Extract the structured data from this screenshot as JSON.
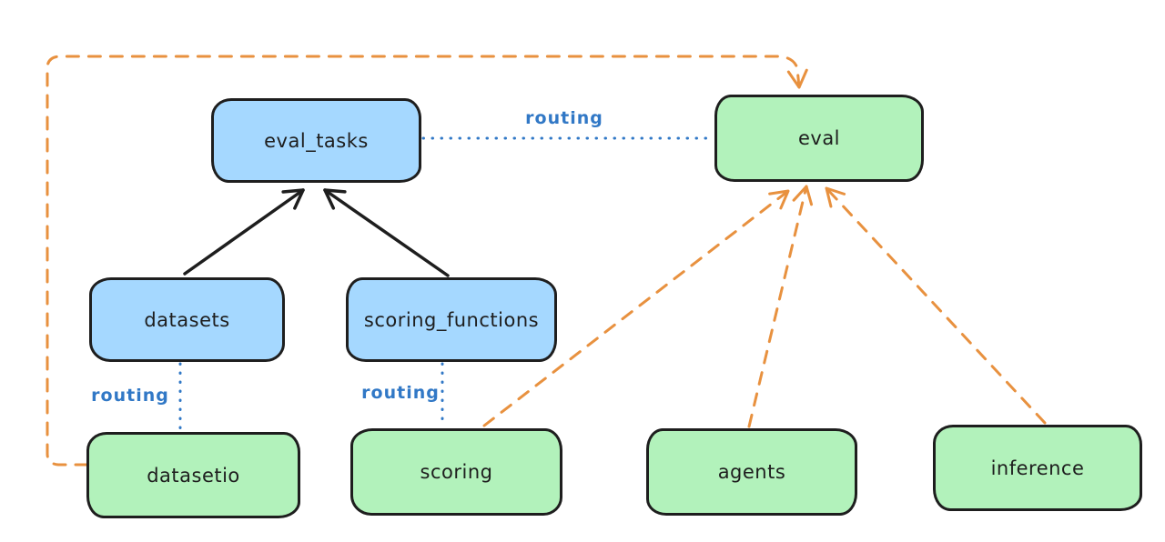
{
  "diagram": {
    "type": "flow-diagram",
    "background": "#ffffff",
    "colors": {
      "node_stroke": "#1e1e1e",
      "blue_node_fill": "#a5d8ff",
      "green_node_fill": "#b2f2bb",
      "routing_label_blue": "#3178c6",
      "dotted_edge_blue": "#3178c6",
      "dashed_edge_orange": "#e8913f",
      "solid_edge_black": "#1e1e1e"
    },
    "nodes": [
      {
        "id": "eval_tasks",
        "label": "eval_tasks",
        "fill": "blue"
      },
      {
        "id": "eval",
        "label": "eval",
        "fill": "green"
      },
      {
        "id": "datasets",
        "label": "datasets",
        "fill": "blue"
      },
      {
        "id": "scoring_functions",
        "label": "scoring_functions",
        "fill": "blue"
      },
      {
        "id": "datasetio",
        "label": "datasetio",
        "fill": "green"
      },
      {
        "id": "scoring",
        "label": "scoring",
        "fill": "green"
      },
      {
        "id": "agents",
        "label": "agents",
        "fill": "green"
      },
      {
        "id": "inference",
        "label": "inference",
        "fill": "green"
      }
    ],
    "routing_labels": [
      {
        "id": "routing-eval_tasks-eval",
        "text": "routing"
      },
      {
        "id": "routing-datasets-datasetio",
        "text": "routing"
      },
      {
        "id": "routing-scoring_functions-scoring",
        "text": "routing"
      }
    ],
    "edges": [
      {
        "from": "datasets",
        "to": "eval_tasks",
        "style": "solid",
        "color": "#1e1e1e",
        "arrowhead": true
      },
      {
        "from": "scoring_functions",
        "to": "eval_tasks",
        "style": "solid",
        "color": "#1e1e1e",
        "arrowhead": true
      },
      {
        "from": "eval_tasks",
        "to": "eval",
        "style": "dotted",
        "color": "#3178c6",
        "arrowhead": false,
        "label": "routing"
      },
      {
        "from": "datasets",
        "to": "datasetio",
        "style": "dotted",
        "color": "#3178c6",
        "arrowhead": false,
        "label": "routing"
      },
      {
        "from": "scoring_functions",
        "to": "scoring",
        "style": "dotted",
        "color": "#3178c6",
        "arrowhead": false,
        "label": "routing"
      },
      {
        "from": "datasetio",
        "to": "eval",
        "style": "dashed",
        "color": "#e8913f",
        "arrowhead": true,
        "route": "left-edge-up-and-over-top"
      },
      {
        "from": "scoring",
        "to": "eval",
        "style": "dashed",
        "color": "#e8913f",
        "arrowhead": true
      },
      {
        "from": "agents",
        "to": "eval",
        "style": "dashed",
        "color": "#e8913f",
        "arrowhead": true
      },
      {
        "from": "inference",
        "to": "eval",
        "style": "dashed",
        "color": "#e8913f",
        "arrowhead": true
      }
    ]
  }
}
